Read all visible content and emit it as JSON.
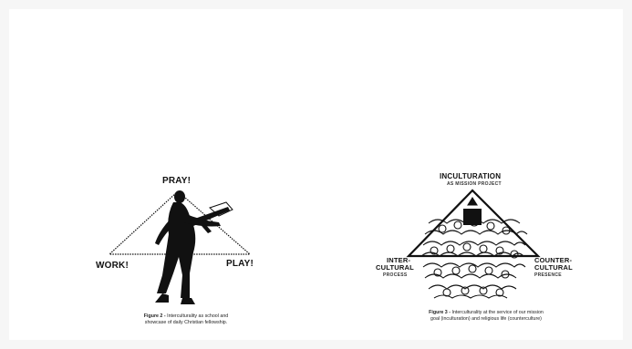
{
  "figure2": {
    "top_label": "PRAY!",
    "left_label": "WORK!",
    "right_label": "PLAY!",
    "caption_prefix": "Figure 2 -",
    "caption_line1": "Interculturality as school and",
    "caption_line2": "showcase of daily Christian fellowship."
  },
  "figure3": {
    "top_label": "INCULTURATION",
    "top_sublabel": "AS MISSION PROJECT",
    "left_label_line1": "INTER-",
    "left_label_line2": "CULTURAL",
    "left_sublabel": "PROCESS",
    "right_label_line1": "COUNTER-",
    "right_label_line2": "CULTURAL",
    "right_sublabel": "PRESENCE",
    "caption_prefix": "Figure 3 -",
    "caption_line1": "Interculturality at the service of our mission",
    "caption_line2": "goal (inculturation) and religious life (counterculture)"
  },
  "colors": {
    "ink": "#111111",
    "page": "#ffffff",
    "background": "#f6f6f6"
  }
}
